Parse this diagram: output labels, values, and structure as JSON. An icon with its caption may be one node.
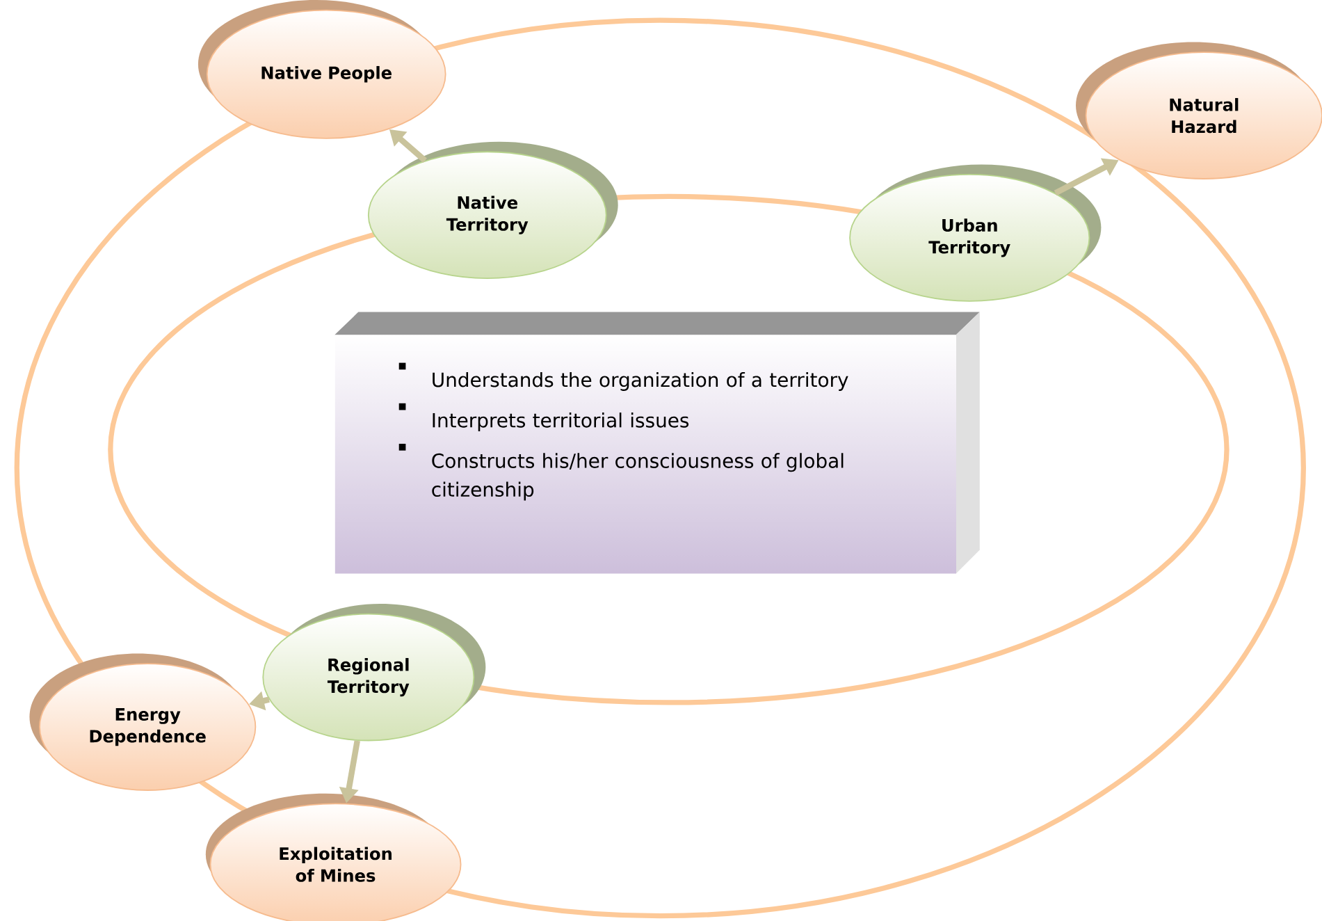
{
  "diagram": {
    "nodes": [
      {
        "text": [
          "Native People"
        ]
      },
      {
        "text": [
          "Native Territory"
        ]
      },
      {
        "text": [
          "Natural Hazard"
        ]
      },
      {
        "text": [
          "Urban Territory"
        ]
      },
      {
        "text": [
          "Understands the organization of a territory",
          "Interprets territorial issues",
          "Constructs his/her consciousness of global citizenship"
        ]
      },
      {
        "text": [
          "Regional Territory"
        ]
      },
      {
        "text": [
          "Energy Dependence"
        ]
      },
      {
        "text": [
          "Exploitation of Mines"
        ]
      }
    ],
    "edges": [
      {
        "from": 1,
        "to": 0,
        "arrow": "to"
      },
      {
        "from": 3,
        "to": 2,
        "arrow": "to"
      },
      {
        "from": 5,
        "to": 6,
        "arrow": "to"
      },
      {
        "from": 5,
        "to": 7,
        "arrow": "to"
      }
    ]
  }
}
